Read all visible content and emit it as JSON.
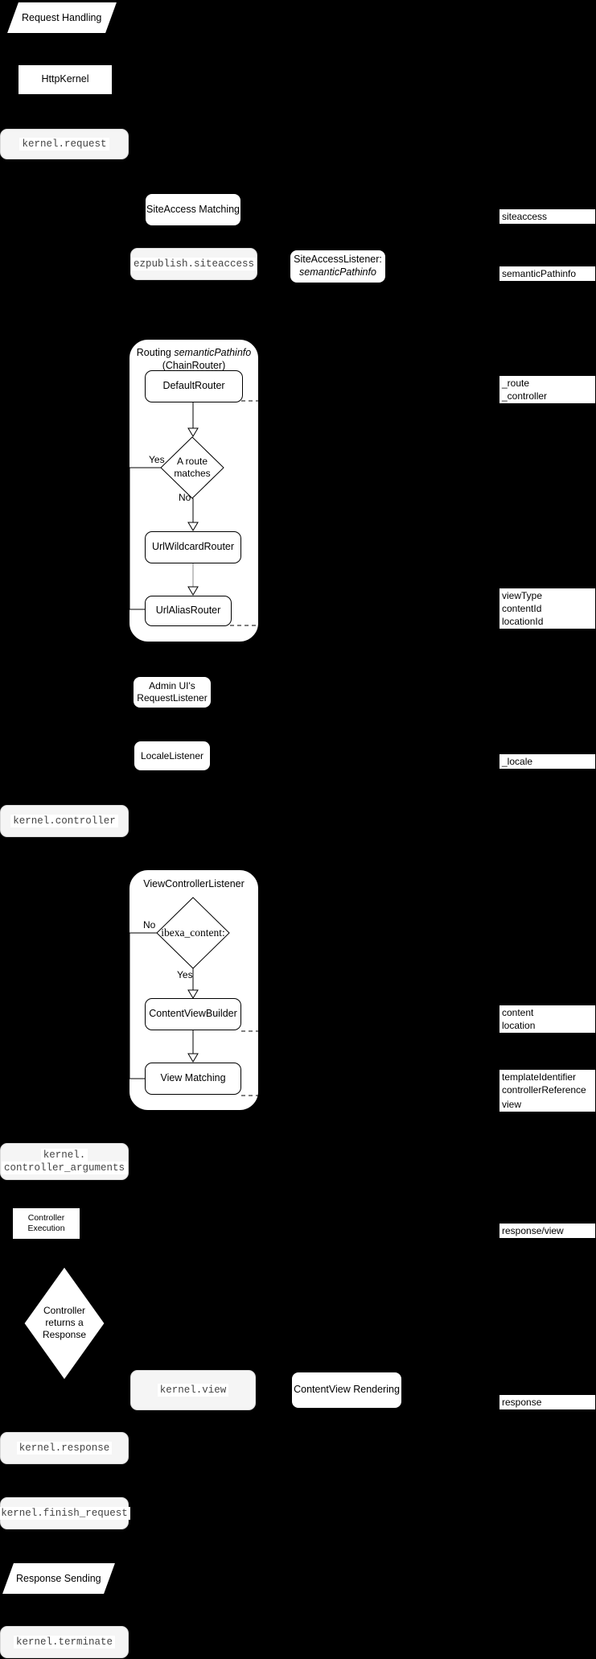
{
  "colors": {
    "background": "#000000",
    "node_fill": "#ffffff",
    "node_border": "#000000",
    "event_fill": "#f5f5f5",
    "event_text": "#444444",
    "label_fill": "#ffffff",
    "label_text": "#000000"
  },
  "nodes": {
    "request_handling": "Request Handling",
    "http_kernel": "HttpKernel",
    "kernel_request": "kernel.request",
    "siteaccess_matching": "SiteAccess Matching",
    "ezpublish_siteaccess": "ezpublish.siteaccess",
    "siteaccess_listener_line1": "SiteAccessListener:",
    "siteaccess_listener_line2": "semanticPathinfo",
    "routing_title_pre": "Routing ",
    "routing_title_italic": "semanticPathinfo",
    "routing_title_line2": "(ChainRouter)",
    "default_router": "DefaultRouter",
    "route_matches_line1": "A route",
    "route_matches_line2": "matches",
    "yes": "Yes",
    "no": "No",
    "url_wildcard_router": "UrlWildcardRouter",
    "url_alias_router": "UrlAliasRouter",
    "admin_ui_line1": "Admin UI's",
    "admin_ui_line2": "RequestListener",
    "locale_listener": "LocaleListener",
    "kernel_controller": "kernel.controller",
    "view_controller_listener": "ViewControllerListener",
    "ibexa_content": "ibexa_content:",
    "content_view_builder": "ContentViewBuilder",
    "view_matching": "View Matching",
    "kernel_controller_arguments_line1": "kernel.",
    "kernel_controller_arguments_line2": "controller_arguments",
    "controller_execution": "Controller Execution",
    "controller_returns_line1": "Controller",
    "controller_returns_line2": "returns a",
    "controller_returns_line3": "Response",
    "kernel_view": "kernel.view",
    "contentview_rendering": "ContentView Rendering",
    "kernel_response": "kernel.response",
    "kernel_finish_request": "kernel.finish_request",
    "response_sending": "Response Sending",
    "kernel_terminate": "kernel.terminate"
  },
  "labels": {
    "siteaccess": "siteaccess",
    "semantic_pathinfo": "semanticPathinfo",
    "route": "_route",
    "controller": "_controller",
    "view_type": "viewType",
    "content_id": "contentId",
    "location_id": "locationId",
    "locale": "_locale",
    "content": "content",
    "location": "location",
    "template_identifier": "templateIdentifier",
    "controller_reference": "controllerReference",
    "view": "view",
    "response_view": "response/view",
    "response": "response"
  }
}
